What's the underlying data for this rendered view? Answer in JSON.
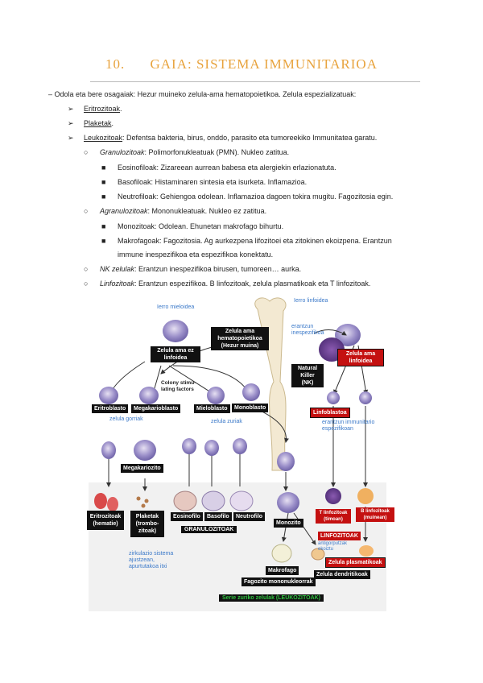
{
  "header": {
    "number": "10.",
    "title": "GAIA: SISTEMA IMMUNITARIOA"
  },
  "outline": {
    "intro_label": "– Odola eta bere osagaiak",
    "intro_text": ": Hezur muineko zelula-ama hematopoietikoa. Zelula espezializatuak:",
    "items": [
      {
        "bullet": "➢",
        "label": "Eritrozitoak",
        "text": "."
      },
      {
        "bullet": "➢",
        "label": "Plaketak",
        "text": "."
      },
      {
        "bullet": "➢",
        "label": "Leukozitoak",
        "text": ": Defentsa bakteria, birus, onddo, parasito eta tumoreekiko Immunitatea garatu."
      }
    ],
    "granulo": {
      "bullet": "○",
      "label": "Granulozitoak",
      "text": ": Polimorfonukleatuak (PMN). Nukleo zatitua."
    },
    "granulo_sub": [
      {
        "bullet": "■",
        "text": "Eosinofiloak: Zizareean aurrean babesa eta alergiekin erlazionatuta."
      },
      {
        "bullet": "■",
        "text": "Basofiloak: Histaminaren sintesia eta isurketa. Inflamazioa."
      },
      {
        "bullet": "■",
        "text": "Neutrofiloak: Gehiengoa odolean. Inflamazioa dagoen tokira mugitu. Fagozitosia egin."
      }
    ],
    "agranulo": {
      "bullet": "○",
      "label": "Agranulozitoak",
      "text": ": Mononukleatuak. Nukleo ez zatitua."
    },
    "agranulo_sub": [
      {
        "bullet": "■",
        "text": "Monozitoak: Odolean. Ehunetan makrofago bihurtu."
      },
      {
        "bullet": "■",
        "text": "Makrofagoak: Fagozitosia. Ag aurkezpena lifozitoei eta zitokinen ekoizpena. Erantzun"
      },
      {
        "bullet": "",
        "text": "immune inespezifikoa eta espezifikoa konektatu."
      }
    ],
    "nk": {
      "bullet": "○",
      "label": "NK zelulak",
      "text": ": Erantzun inespezifikoa birusen, tumoreen… aurka."
    },
    "linfo": {
      "bullet": "○",
      "label": "Linfozitoak",
      "text": ": Erantzun espezifikoa. B linfozitoak, zelula plasmatikoak eta T linfozitoak."
    }
  },
  "figure": {
    "labels": {
      "mieloidea": "Ierro mieloidea",
      "linfoidea": "Ierro linfoidea",
      "ama_hema": "Zelula ama hematopoietikoa (Hezur muina)",
      "ama_ez_linfoidea": "Zelula ama ez linfoidea",
      "erantzun_inesp": "erantzun inespezifikoa",
      "nk": "Natural Killer (NK)",
      "ama_linfoidea": "Zelula ama linfoidea",
      "colony": "Colony stimu-lating factors",
      "eritroblasto": "Eritroblasto",
      "megakarioblasto": "Megakarioblasto",
      "mieloblasto": "Mieloblasto",
      "monoblasto": "Monoblasto",
      "linfoblastoa": "Linfoblastoa",
      "zelula_gorriak": "zelula gorriak",
      "zelula_zuriak": "zelula zuriak",
      "erantzun_esp": "erantzun immunitario espezifikoan",
      "megakariozito": "Megakariozito",
      "eritrozitoak": "Eritrozitoak (hematie)",
      "plaketak": "Plaketak (trombo-zitoak)",
      "eosinofilo": "Eosinofilo",
      "basofilo": "Basofilo",
      "neutrofilo": "Neutrofilo",
      "granulozitoak": "GRANULOZITOAK",
      "monozito": "Monozito",
      "t_linfo": "T linfozitoak (timoan)",
      "b_linfo": "B linfozitoak (muinean)",
      "linfozitoak": "LINFOZITOAK",
      "antigorputzak": "antigorputzak ekoiztu",
      "plasmatikoa": "Zelula plasmatikoak",
      "zirkulazio": "zirkulazio sistema ajustzean, apurtutakoa itxi",
      "makrofago": "Makrofago",
      "dendritikoa": "Zelula dendritikoak",
      "fagozito": "Fagozito mononukleorrak",
      "serie": "Serie zuriko zelulak (LEUKOZITOAK)"
    }
  }
}
